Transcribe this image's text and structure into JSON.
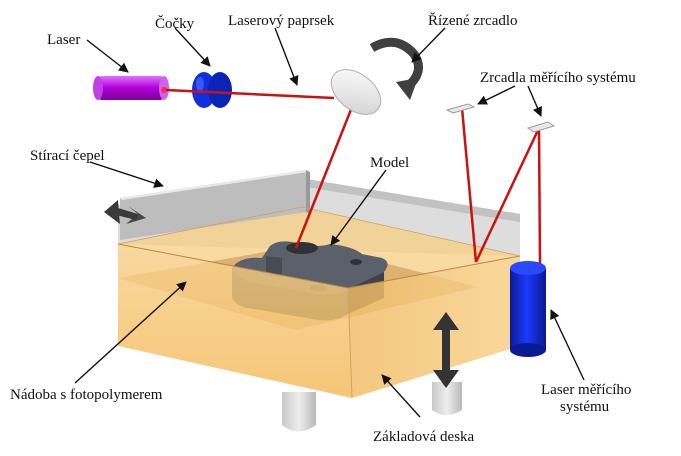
{
  "labels": {
    "laser": "Laser",
    "lenses": "Čočky",
    "laser_beam": "Laserový paprsek",
    "controlled_mirror": "Řízené zrcadlo",
    "measuring_mirrors": "Zrcadla měřícího systému",
    "wiper_blade": "Stírací čepel",
    "model": "Model",
    "vat": "Nádoba s fotopolymerem",
    "measuring_laser_line1": "Laser měřícího",
    "measuring_laser_line2": "systému",
    "base_plate": "Základová deska"
  },
  "colors": {
    "laser_body": "#b000d8",
    "lens_blue": "#1030e0",
    "beam_red": "#cc1111",
    "resin": "#f6c26a",
    "resin_dark": "#e8a94e",
    "model_grey": "#4a4f57",
    "measuring_laser": "#0a22c8",
    "arrow_grey": "#3a3a3a"
  },
  "icons": {
    "rotation_arrow": "curved-arrow-icon",
    "wiper_motion": "double-arrow-horizontal-icon",
    "platform_motion": "double-arrow-vertical-icon"
  }
}
